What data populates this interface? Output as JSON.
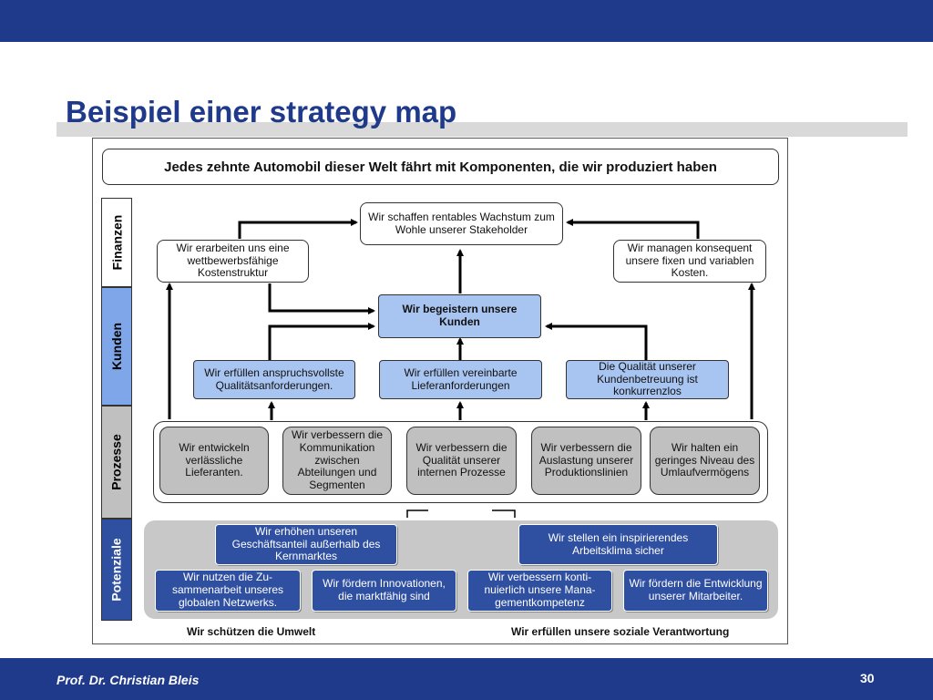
{
  "slide": {
    "title": "Beispiel einer strategy map",
    "footer_author": "Prof. Dr. Christian Bleis",
    "page_number": "30"
  },
  "colors": {
    "header_blue": "#1f3a8a",
    "customer_box": "#a8c4f0",
    "process_box": "#c0c0c0",
    "potential_box": "#2f4fa0",
    "potential_area": "#c8c8c8"
  },
  "mission": "Jedes zehnte Automobil dieser Welt fährt mit Komponenten, die wir produziert haben",
  "perspectives": {
    "finanzen": "Finanzen",
    "kunden": "Kunden",
    "prozesse": "Prozesse",
    "potenziale": "Potenziale"
  },
  "finance": {
    "top": "Wir schaffen rentables Wachstum zum Wohle unserer Stakeholder",
    "left": "Wir erarbeiten uns eine wettbewerbsfähige Kostenstruktur",
    "right": "Wir managen konsequent unsere fixen und variablen Kosten."
  },
  "customer": {
    "center": "Wir begeistern unsere Kunden",
    "left": "Wir erfüllen anspruchsvollste Qualitätsanforderungen.",
    "middle": "Wir erfüllen vereinbarte Lieferanforderungen",
    "right": "Die Qualität unserer Kundenbetreuung ist konkurrenzlos"
  },
  "process": [
    "Wir entwickeln verlässliche Lieferanten.",
    "Wir verbessern die Kommunikation zwischen Abteilungen und Segmenten",
    "Wir verbessern die Qualität unserer internen Prozesse",
    "Wir verbessern die Auslastung unserer Produktionslinien",
    "Wir halten ein geringes Niveau des Umlaufvermögens"
  ],
  "potential": {
    "top_left": "Wir erhöhen unseren Geschäftsanteil außerhalb des Kernmarktes",
    "top_right": "Wir stellen ein inspirierendes Arbeitsklima sicher",
    "bottom": [
      "Wir nutzen die Zu-sammenarbeit unseres globalen Netzwerks.",
      "Wir fördern Innovationen, die marktfähig sind",
      "Wir verbessern konti-nuierlich unsere Mana-gementkompetenz",
      "Wir fördern die Entwicklung unserer Mitarbeiter."
    ]
  },
  "bottom_notes": {
    "left": "Wir schützen die Umwelt",
    "right": "Wir erfüllen unsere soziale Verantwortung"
  }
}
